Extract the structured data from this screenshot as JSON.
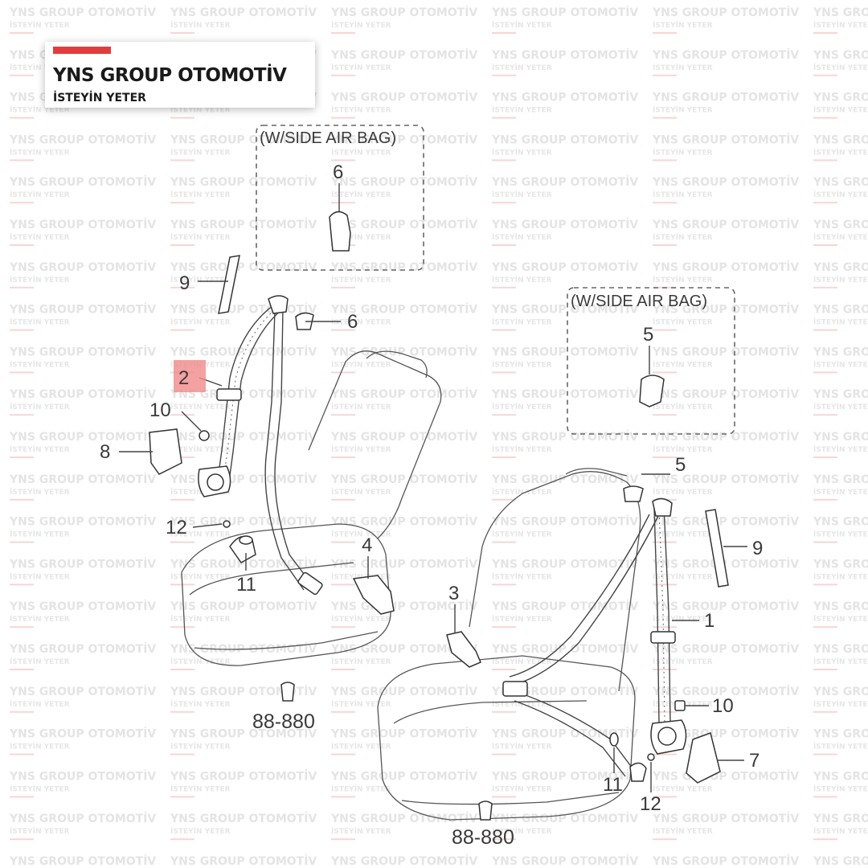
{
  "brand": {
    "name": "YNS GROUP OTOMOTİV",
    "slogan": "İSTEYİN YETER",
    "accent_color": "#e23d3d"
  },
  "watermark": {
    "line1": "YNS GROUP OTOMOTİV",
    "line2": "İSTEYİN YETER"
  },
  "diagram": {
    "variant_box_left": "(W/SIDE AIR BAG)",
    "variant_box_right": "(W/SIDE AIR BAG)",
    "callouts": {
      "c1": "1",
      "c2": "2",
      "c3": "3",
      "c4": "4",
      "c5_box": "5",
      "c5": "5",
      "c6_box": "6",
      "c6": "6",
      "c7": "7",
      "c8": "8",
      "c9_left": "9",
      "c9_right": "9",
      "c10_left": "10",
      "c10_right": "10",
      "c11_left": "11",
      "c11_right": "11",
      "c12_left": "12",
      "c12_right": "12"
    },
    "ref_left": "88-880",
    "ref_right": "88-880",
    "highlight_color": "#f08a8a"
  }
}
